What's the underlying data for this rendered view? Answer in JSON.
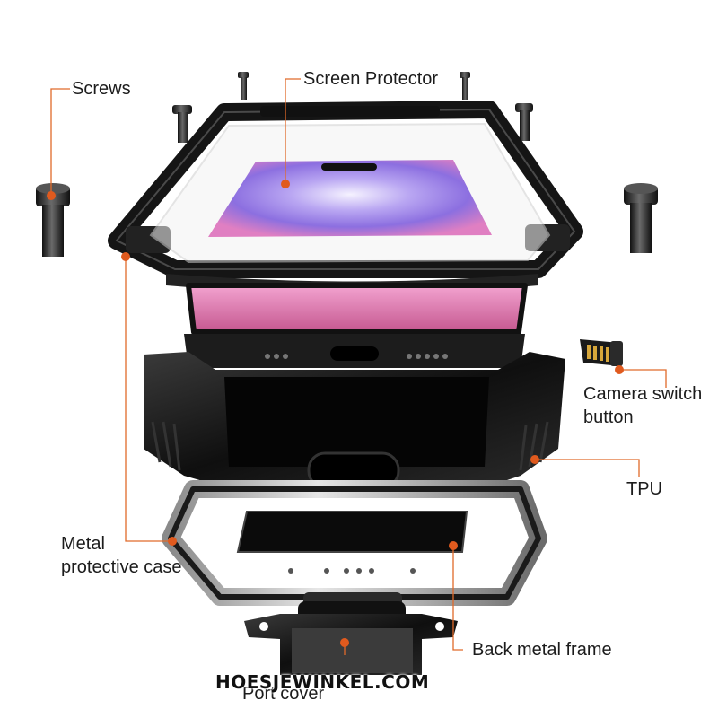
{
  "labels": {
    "screws": "Screws",
    "screen_protector": "Screen Protector",
    "camera_switch_line1": "Camera switch",
    "camera_switch_line2": "button",
    "tpu": "TPU",
    "metal_case_line1": "Metal",
    "metal_case_line2": "protective case",
    "back_frame": "Back metal frame",
    "port_cover": "Port cover"
  },
  "watermark": "HOESJEWINKEL.COM",
  "colors": {
    "callout_line": "#e06a2a",
    "callout_dot": "#e05a1e",
    "metal_dark": "#1b1b1b",
    "screen_pink": "#e58fc0",
    "screen_purple": "#9a84e8"
  }
}
